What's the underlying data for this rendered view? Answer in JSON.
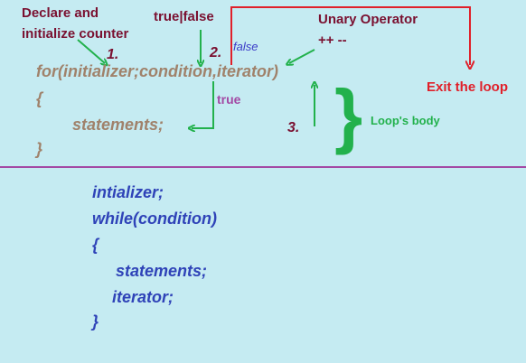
{
  "annotations": {
    "declare_line1": "Declare and",
    "declare_line2": "initialize counter",
    "true_false": "true|false",
    "unary_operator": "Unary Operator",
    "unary_symbols": "++   --",
    "step1": "1.",
    "step2": "2.",
    "step3": "3.",
    "false_label": "false",
    "true_label": "true",
    "exit_loop": "Exit the loop",
    "loop_body": "Loop's body",
    "brace_symbol": "}"
  },
  "for_loop": {
    "header": "for(initializer;condition,iterator)",
    "open_brace": "{",
    "statements": "statements;",
    "close_brace": "}"
  },
  "while_loop": {
    "init": "intializer;",
    "header": "while(condition)",
    "open_brace": "{",
    "statements": "statements;",
    "iterator": "iterator;",
    "close_brace": "}"
  },
  "colors": {
    "background": "#c5ebf2",
    "annotation_maroon": "#7a1030",
    "exit_red": "#e0202a",
    "arrow_green": "#22b14c",
    "divider_purple": "#a349a4",
    "false_blue": "#3c3cc8",
    "true_purple": "#a349a4",
    "for_code": "#a0826b",
    "while_code": "#2f43b8"
  }
}
